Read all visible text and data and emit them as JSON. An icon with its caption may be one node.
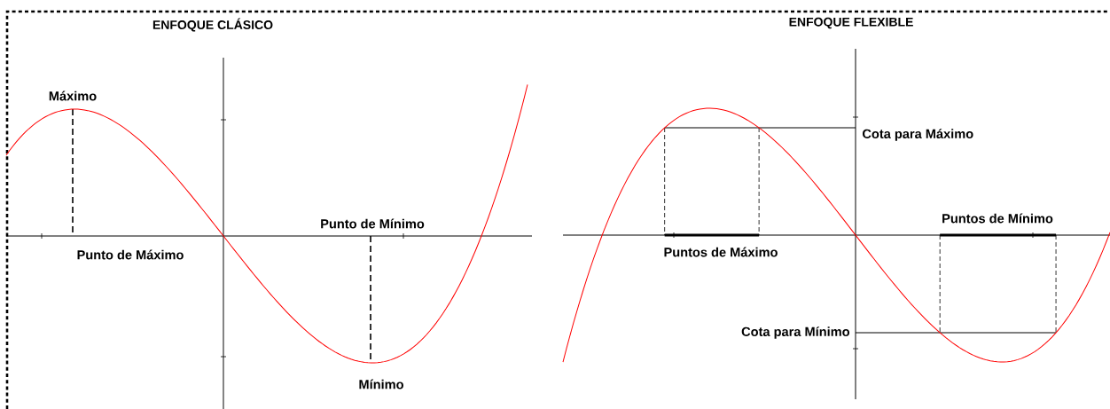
{
  "diagram": {
    "labels": [
      "ENFOQUE CLÁSICO",
      "Máximo",
      "Punto de Mínimo",
      "Punto de Máximo",
      "Mínimo",
      "ENFOQUE FLEXIBLE",
      "Cota para Máximo",
      "Puntos de Mínimo",
      "Puntos de Máximo",
      "Cota para Mínimo"
    ]
  }
}
